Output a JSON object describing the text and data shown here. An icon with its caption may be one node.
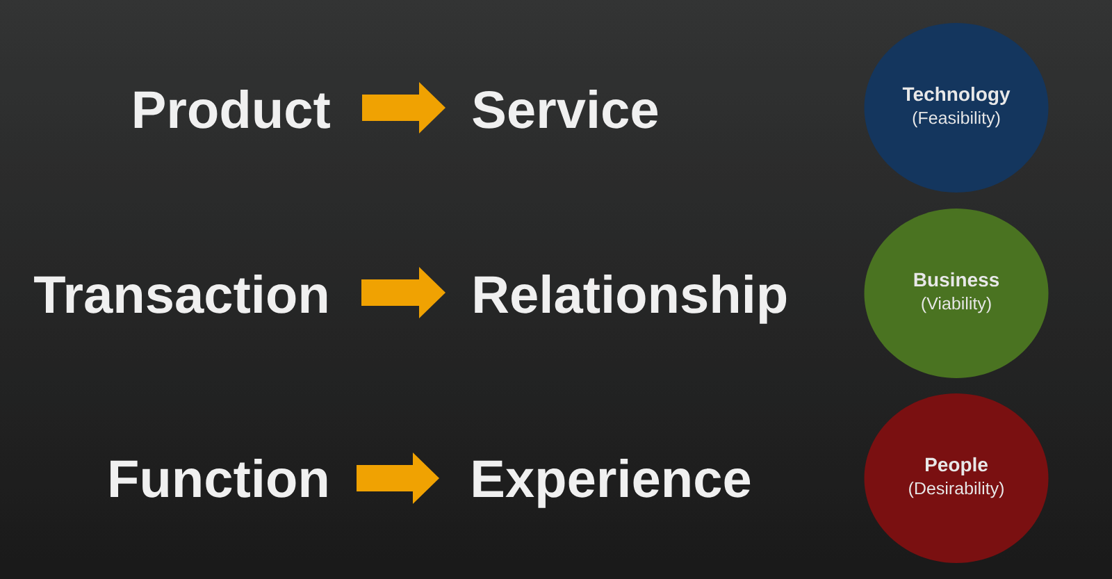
{
  "diagram": {
    "nodes": [
      {
        "text": [
          "Product"
        ]
      },
      {
        "text": [
          "Service"
        ]
      },
      {
        "text": [
          "Transaction"
        ]
      },
      {
        "text": [
          "Relationship"
        ]
      },
      {
        "text": [
          "Function"
        ]
      },
      {
        "text": [
          "Experience"
        ]
      },
      {
        "text": [
          "Technology",
          "(Feasibility)"
        ]
      },
      {
        "text": [
          "Business",
          "(Viability)"
        ]
      },
      {
        "text": [
          "People",
          "(Desirability)"
        ]
      }
    ],
    "edges": [
      {
        "from": 0,
        "to": 1,
        "arrow": "to"
      },
      {
        "from": 2,
        "to": 3,
        "arrow": "to"
      },
      {
        "from": 4,
        "to": 5,
        "arrow": "to"
      }
    ]
  }
}
